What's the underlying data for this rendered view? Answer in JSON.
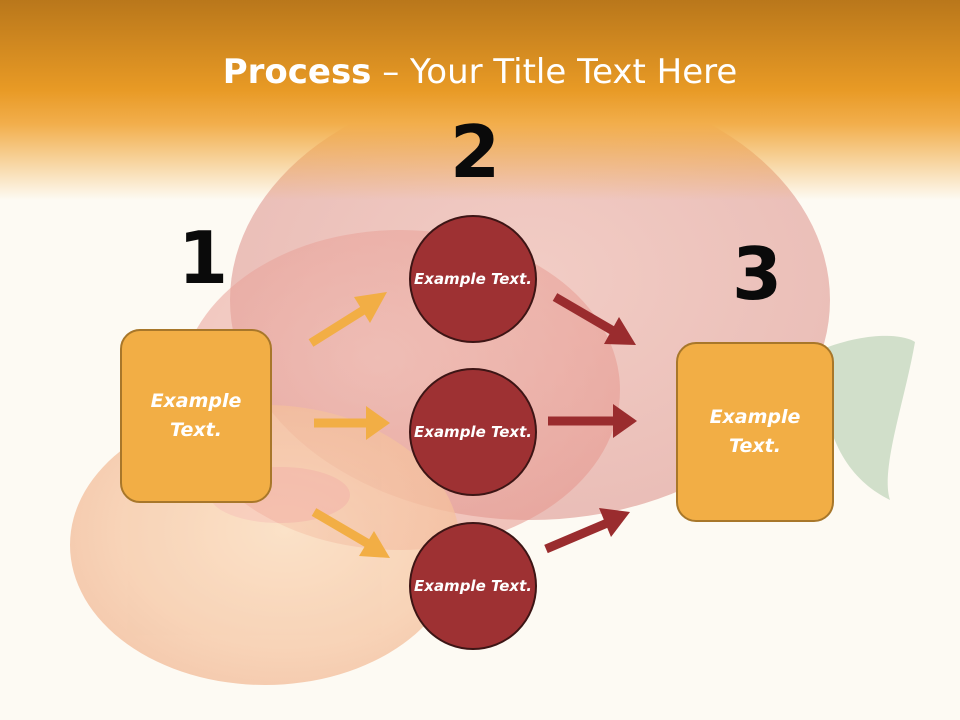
{
  "header": {
    "title_bold": "Process",
    "title_rest": " – Your Title Text Here"
  },
  "steps": {
    "one": "1",
    "two": "2",
    "three": "3"
  },
  "left_box": {
    "label": "Example Text."
  },
  "circles": [
    {
      "label": "Example Text."
    },
    {
      "label": "Example Text."
    },
    {
      "label": "Example Text."
    }
  ],
  "right_box": {
    "label": "Example Text."
  },
  "colors": {
    "orange": "#f2ae45",
    "maroon": "#9e3133",
    "arrow_orange": "#f2ae45",
    "arrow_red": "#9a2c2e"
  }
}
